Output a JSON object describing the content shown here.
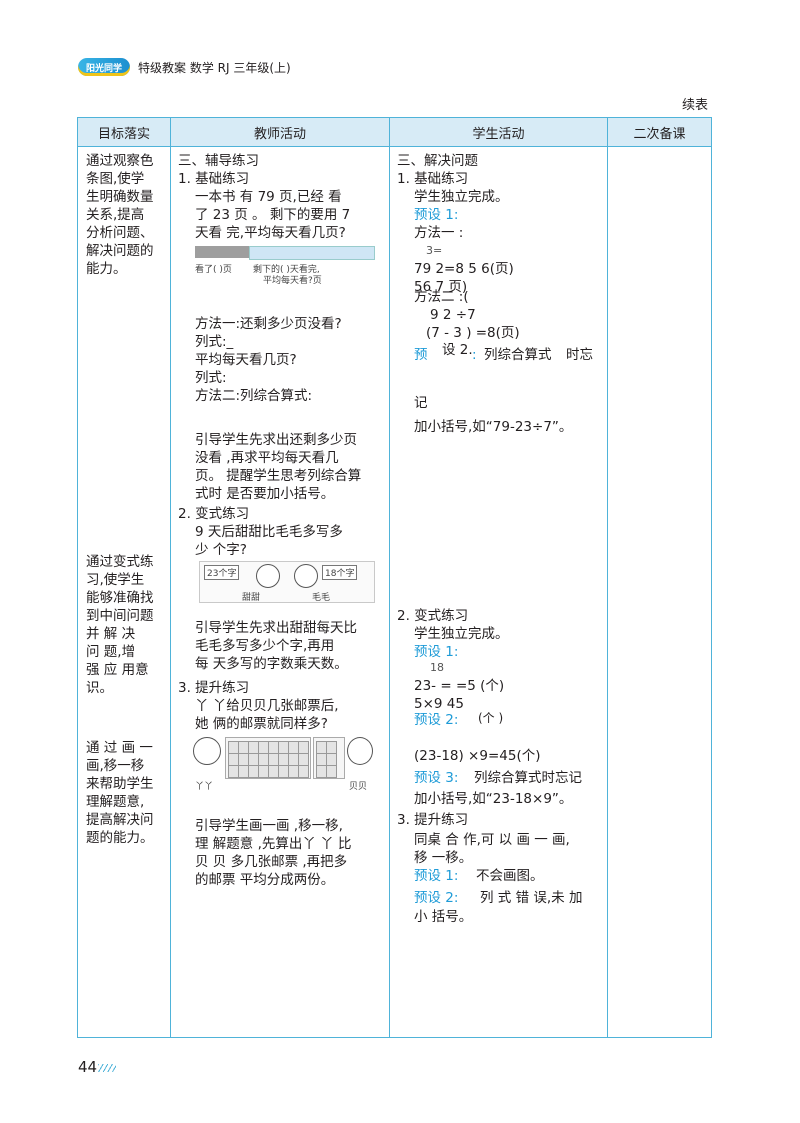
{
  "header": {
    "logo": "阳光同学",
    "title": "特级教案  数学  RJ 三年级(上)",
    "continued": "续表"
  },
  "table": {
    "headers": [
      "目标落实",
      "教师活动",
      "学生活动",
      "二次备课"
    ],
    "goals": {
      "g1": [
        "通过观察色",
        "条图,使学",
        "生明确数量",
        "关系,提高",
        "分析问题、",
        "解决问题的",
        "能力。"
      ],
      "g2": [
        "通过变式练",
        "习,使学生",
        "能够准确找",
        "到中间问题",
        "并  解  决",
        "问  题,增",
        "强 应 用意",
        "识。"
      ],
      "g3": [
        "通 过 画 一",
        "画,移一移",
        "来帮助学生",
        "理解题意,",
        "提高解决问",
        "题的能力。"
      ]
    },
    "teacher": {
      "s_title": "三、辅导练习",
      "basic_title": "1. 基础练习",
      "basic_q": [
        "一本书 有 79 页,已经 看",
        "了 23 页 。 剩下的要用 7",
        "天看 完,平均每天看几页?"
      ],
      "fig1": {
        "read": "看了(    )页",
        "left": "剩下的(      )天看完,",
        "avg": "平均每天看?页"
      },
      "m1": "方法一:还剩多少页没看?",
      "m1_formula": "列式:_",
      "m1_q2": "平均每天看几页?",
      "m1_formula2": "列式:",
      "m2": "方法二:列综合算式:",
      "guide1": [
        "引导学生先求出还剩多少页",
        "没看 ,再求平均每天看几",
        "页。 提醒学生思考列综合算",
        "式时  是否要加小括号。"
      ],
      "var_title": "2. 变式练习",
      "var_q": [
        "9 天后甜甜比毛毛多写多",
        "少 个字?"
      ],
      "fig2": {
        "a": "23个字",
        "b": "18个字",
        "n1": "甜甜",
        "n2": "毛毛"
      },
      "guide2": [
        "引导学生先求出甜甜每天比",
        "毛毛多写多少个字,再用",
        "每 天多写的字数乘天数。"
      ],
      "up_title": "3. 提升练习",
      "up_q": [
        "丫 丫给贝贝几张邮票后,",
        "她 俩的邮票就同样多?"
      ],
      "fig3": {
        "n1": "丫丫",
        "n2": "贝贝"
      },
      "guide3": [
        "引导学生画一画 ,移一移,",
        "理 解题意 ,先算出丫 丫 比",
        "贝 贝 多几张邮票 ,再把多",
        "的邮票 平均分成两份。"
      ]
    },
    "student": {
      "s_title": "三、解决问题",
      "basic_title": "1. 基础练习",
      "basic_a": "学生独立完成。",
      "p1": "预设 1:",
      "f1": "方法一 :",
      "eq1": "3=",
      "eq2": "79    2=8 5 6(页)",
      "eq3": "56  7     页)",
      "f2": "方法二 :(",
      "eq4": "9   2          ÷7",
      "eq5": "(7    -  3    )    =8(页)",
      "p2": "预",
      "p2b": "设 2.",
      "p2c": ":",
      "p2d": "列综合算式",
      "p2e": "时忘",
      "p2f": "记",
      "p2g": "加小括号,如“79-23÷7”。",
      "var_title": "2. 变式练习",
      "var_a": "学生独立完成。",
      "v1": "预设 1:",
      "veq1": "18",
      "veq2": "23-   =    =5  (个)",
      "veq3": "5×9    45",
      "v2": "预设 2:",
      "v2b": "(个 )",
      "veq4": "(23-18) ×9=45(个)",
      "v3": "预设 3:",
      "v3b": "列综合算式时忘记",
      "v3c": "加小括号,如“23-18×9”。",
      "up_title": "3. 提升练习",
      "up_a": [
        "同桌 合 作,可 以 画 一 画,",
        "移 一移。"
      ],
      "u1": "预设 1:",
      "u1b": "不会画图。",
      "u2": "预设  2:",
      "u2b": "列 式 错 误,未 加",
      "u2c": "小 括号。"
    }
  },
  "footer": {
    "page": "44"
  },
  "colors": {
    "accent": "#1e9bd7",
    "border": "#4fb3d9",
    "header_bg": "#d7ebf6"
  }
}
